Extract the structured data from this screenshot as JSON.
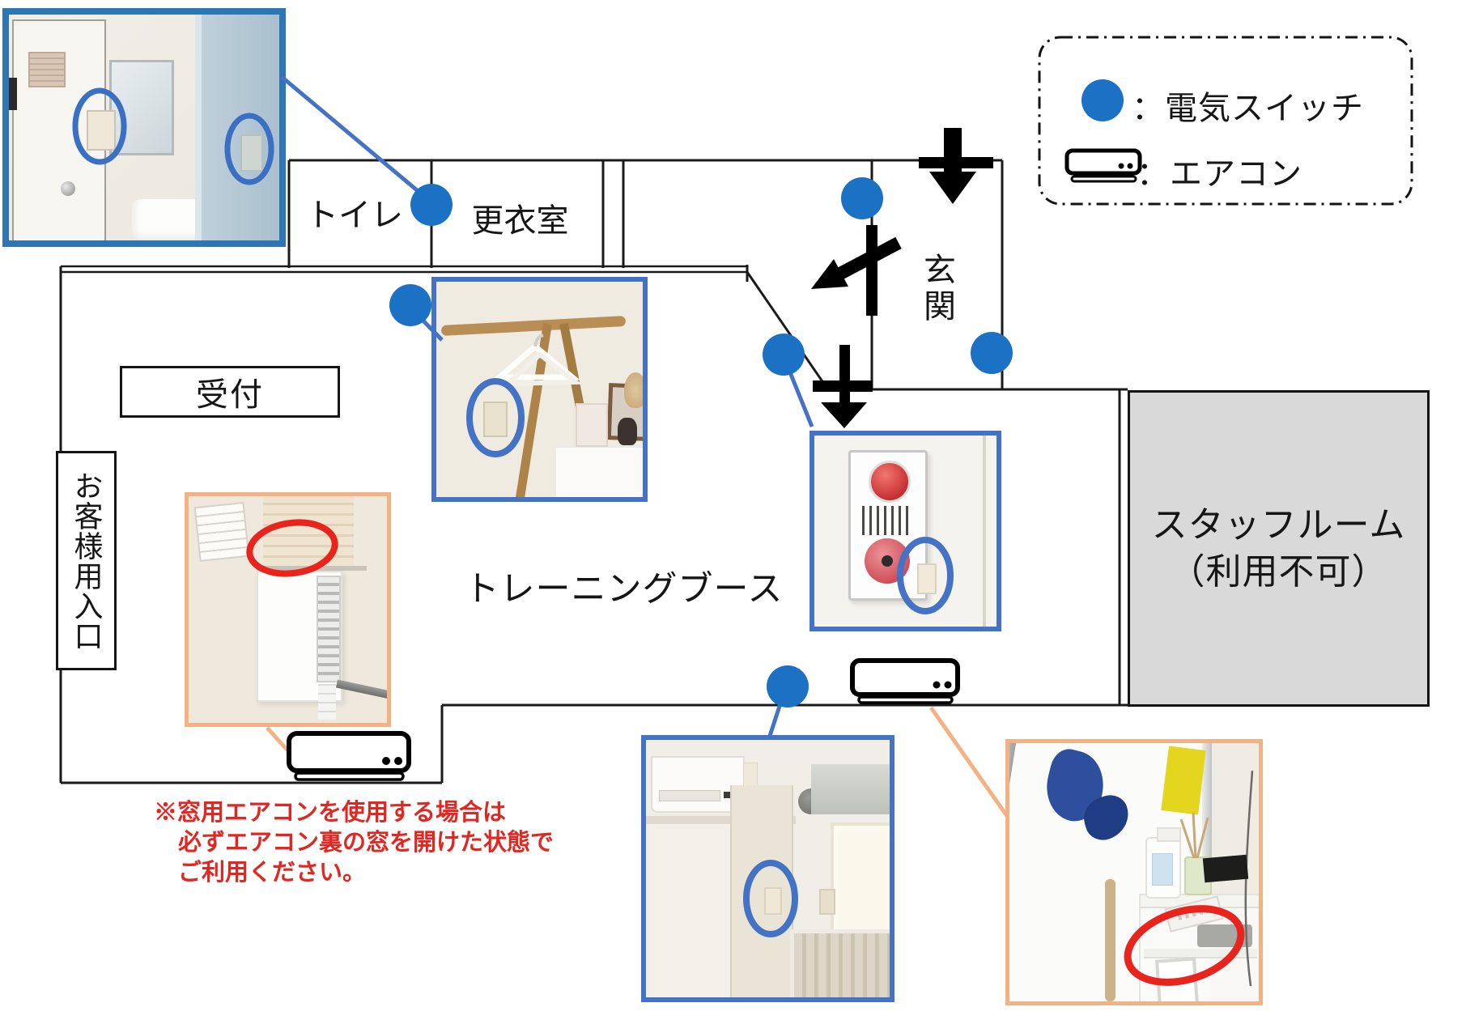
{
  "diagram": {
    "legend": {
      "switch_label": "：電気スイッチ",
      "ac_label": "：エアコン"
    },
    "rooms": {
      "toilet": "トイレ",
      "changing_room": "更衣室",
      "entrance": "玄関",
      "reception": "受付",
      "customer_entrance": "お客様用入口",
      "training_booth": "トレーニングブース",
      "staff_room_line1": "スタッフルーム",
      "staff_room_line2": "（利用不可）"
    },
    "warning": {
      "line1": "※窓用エアコンを使用する場合は",
      "line2": "必ずエアコン裏の窓を開けた状態で",
      "line3": "ご利用ください。"
    },
    "colors": {
      "switch_dot": "#1b72c5",
      "blue_frame": "#4472c4",
      "blue_frame_strong": "#2e75b6",
      "orange_frame": "#f4b183",
      "warning_red": "#e02721",
      "alarm_red": "#e8241d",
      "staff_room_fill": "#d9d9d9",
      "wall": "#1a1a1a"
    }
  }
}
